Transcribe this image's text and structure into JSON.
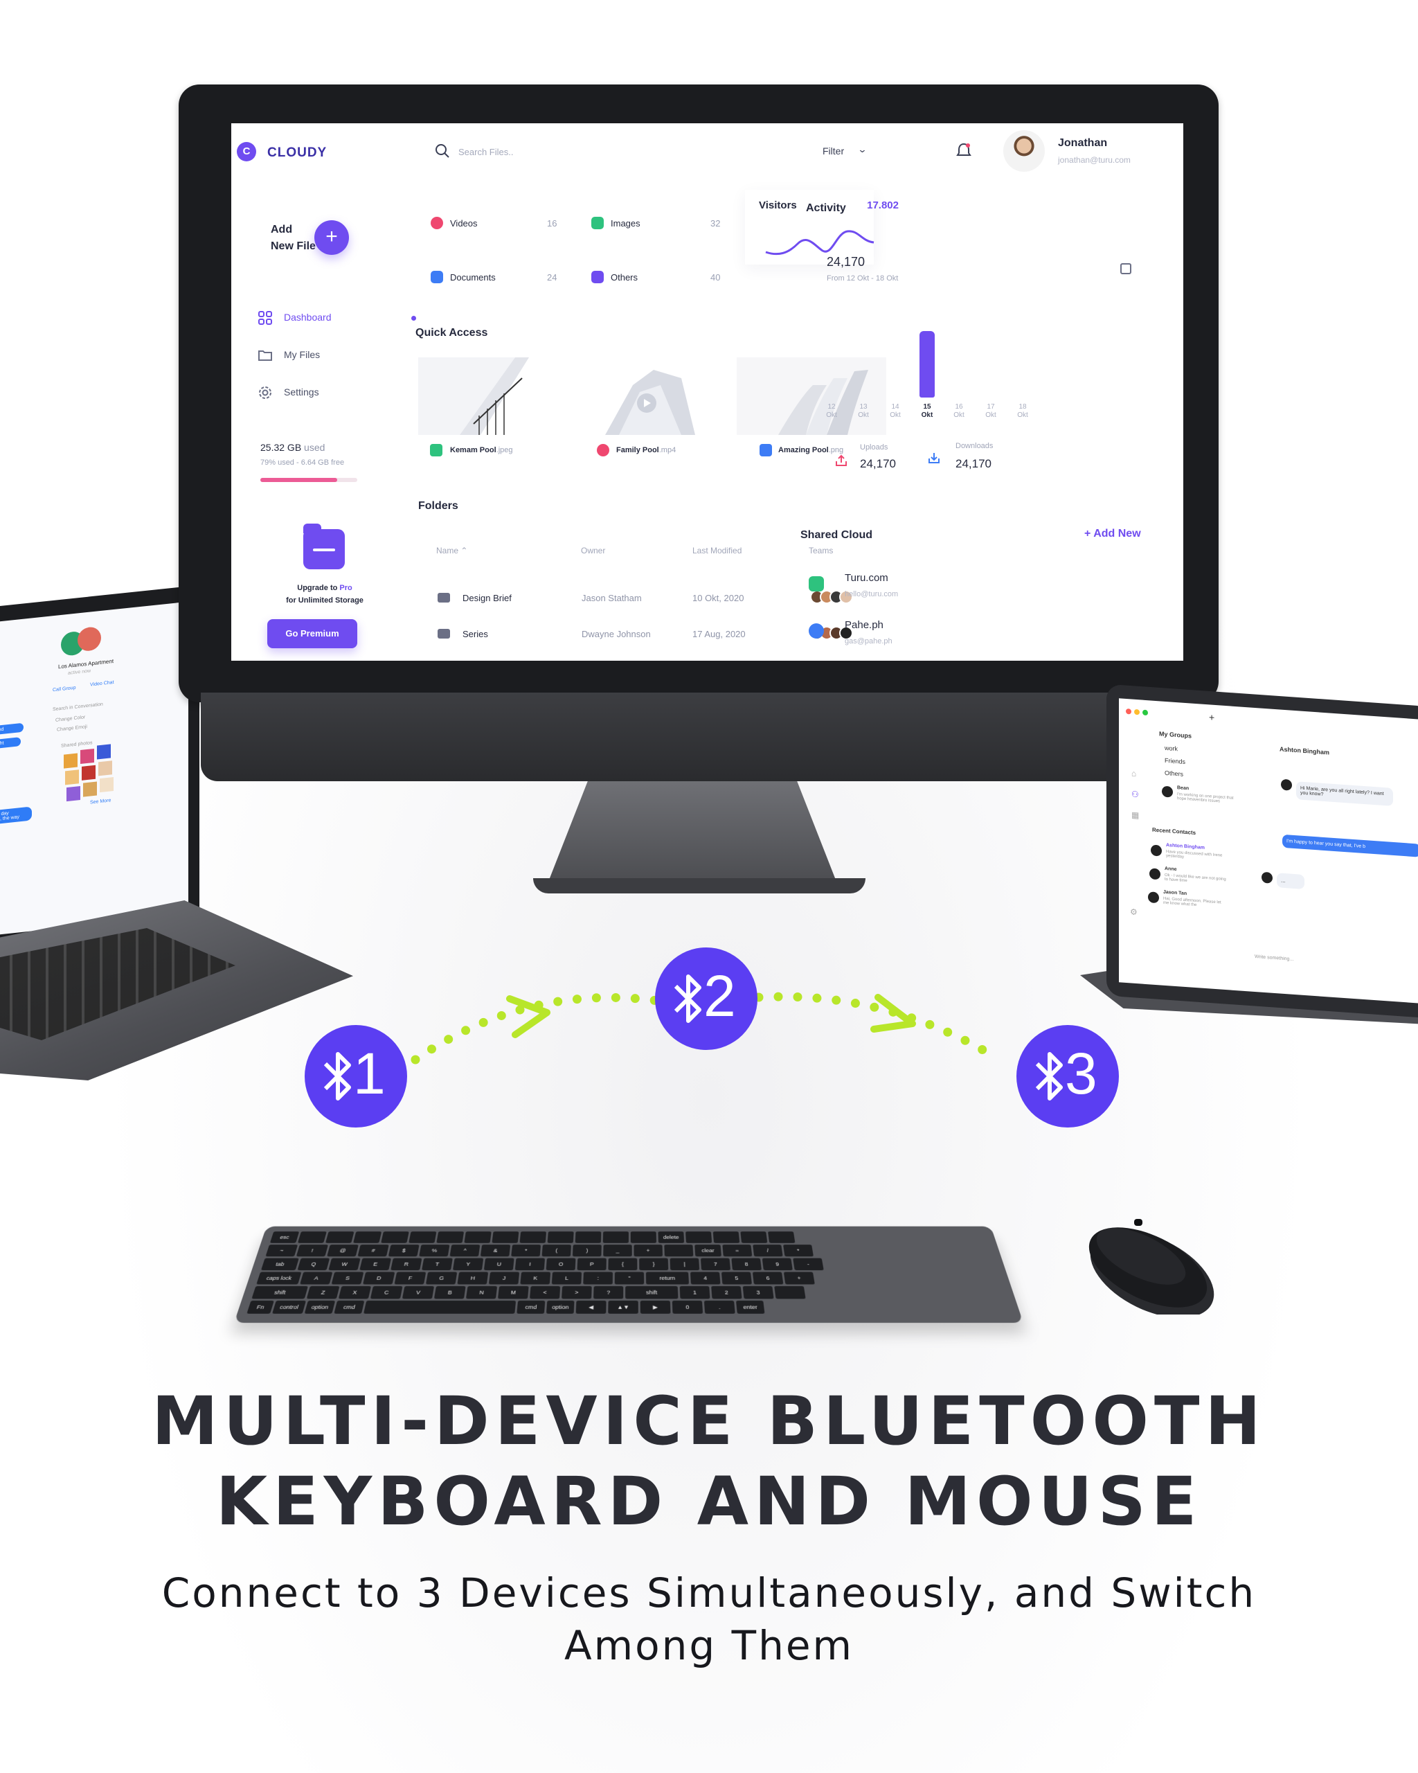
{
  "dashboard": {
    "brand": {
      "initial": "C",
      "name": "CLOUDY"
    },
    "search": {
      "placeholder": "Search Files.."
    },
    "filter_label": "Filter",
    "user": {
      "name": "Jonathan",
      "email": "jonathan@turu.com"
    },
    "add_file_label": "Add\nNew File",
    "nav": [
      {
        "label": "Dashboard",
        "icon": "grid-icon",
        "active": true
      },
      {
        "label": "My Files",
        "icon": "folder-icon",
        "active": false
      },
      {
        "label": "Settings",
        "icon": "gear-icon",
        "active": false
      }
    ],
    "storage": {
      "used": "25.32 GB",
      "used_suffix": "used",
      "detail": "79% used - 6.64 GB free",
      "percent": 79
    },
    "upgrade": {
      "line1": "Upgrade to",
      "pro": "Pro",
      "line2": "for Unlimited Storage",
      "button": "Go Premium"
    },
    "categories": [
      {
        "label": "Videos",
        "count": "16",
        "color": "#ef476f"
      },
      {
        "label": "Images",
        "count": "32",
        "color": "#2ec27e"
      },
      {
        "label": "Documents",
        "count": "24",
        "color": "#3d7cf5"
      },
      {
        "label": "Others",
        "count": "40",
        "color": "#6f4cf0"
      }
    ],
    "visitors": {
      "title": "Visitors",
      "value": "17.802"
    },
    "quick_access": {
      "title": "Quick Access",
      "items": [
        {
          "name": "Kemam Pool",
          "ext": ".jpeg",
          "color": "#2ec27e"
        },
        {
          "name": "Family Pool",
          "ext": ".mp4",
          "color": "#ef476f"
        },
        {
          "name": "Amazing Pool",
          "ext": ".png",
          "color": "#3d7cf5"
        }
      ]
    },
    "folders": {
      "title": "Folders",
      "headers": [
        "Name",
        "Owner",
        "Last Modified",
        "Teams"
      ],
      "rows": [
        {
          "name": "Design Brief",
          "owner": "Jason Statham",
          "modified": "10 Okt, 2020"
        },
        {
          "name": "Series",
          "owner": "Dwayne Johnson",
          "modified": "17 Aug, 2020"
        }
      ]
    },
    "activity": {
      "title": "Activity",
      "value": "24,170",
      "range": "From 12 Okt - 18 Okt",
      "days": [
        {
          "d": "12",
          "m": "Okt",
          "value": 0,
          "active": false
        },
        {
          "d": "13",
          "m": "Okt",
          "value": 0,
          "active": false
        },
        {
          "d": "14",
          "m": "Okt",
          "value": 0,
          "active": false
        },
        {
          "d": "15",
          "m": "Okt",
          "value": 24170,
          "active": true
        },
        {
          "d": "16",
          "m": "Okt",
          "value": 0,
          "active": false
        },
        {
          "d": "17",
          "m": "Okt",
          "value": 0,
          "active": false
        },
        {
          "d": "18",
          "m": "Okt",
          "value": 0,
          "active": false
        }
      ],
      "uploads": {
        "label": "Uploads",
        "value": "24,170"
      },
      "downloads": {
        "label": "Downloads",
        "value": "24,170"
      }
    },
    "shared_cloud": {
      "title": "Shared Cloud",
      "add_label": "+ Add New",
      "items": [
        {
          "name": "Turu.com",
          "email": "hello@turu.com",
          "color": "#2ec27e"
        },
        {
          "name": "Pahe.ph",
          "email": "gas@pahe.ph",
          "color": "#3d7cf5"
        }
      ]
    }
  },
  "laptop": {
    "title": "Los Alamos Apartment",
    "status": "active now",
    "call_group": "Call Group",
    "video_chat": "Video Chat",
    "search_conv": "Search in Conversation",
    "change_color": "Change Color",
    "change_emoji": "Change Emoji",
    "shared_photos": "Shared photos",
    "see_more": "See More",
    "bubble1": "n in mind",
    "bubble2": "any night",
    "bubble3": "times a day\nbe high, the way"
  },
  "tablet": {
    "my_groups": "My Groups",
    "groups": [
      "work",
      "Friends",
      "Others"
    ],
    "group_msg_name": "Bean",
    "group_msg": "I'm working on one project that hope heavenbro issues",
    "recent_contacts": "Recent Contacts",
    "contacts": [
      {
        "name": "Ashton Bingham",
        "msg": "Have you discussed with Irene yesterday"
      },
      {
        "name": "Anne",
        "msg": "Ok - I would like we are not going to have time"
      },
      {
        "name": "Jason Tan",
        "msg": "Hai, Good afternoon. Please let me know what the"
      }
    ],
    "chat_with": "Ashton Bingham",
    "incoming": "Hi Marie, are you all right lately? I want you know?",
    "outgoing": "I'm happy to hear you say that, I've b",
    "typing": "...",
    "input_placeholder": "Write something..."
  },
  "bluetooth": [
    {
      "channel": "1"
    },
    {
      "channel": "2"
    },
    {
      "channel": "3"
    }
  ],
  "keyboard": {
    "rows": [
      [
        "esc",
        "",
        "",
        "",
        "",
        "",
        "",
        "",
        "",
        "",
        "",
        "",
        "",
        "",
        "delete",
        "",
        "",
        "",
        ""
      ],
      [
        "~",
        "!",
        "@",
        "#",
        "$",
        "%",
        "^",
        "&",
        "*",
        "(",
        ")",
        "_",
        "+",
        "",
        "clear",
        "=",
        "/",
        "*"
      ],
      [
        "tab",
        "Q",
        "W",
        "E",
        "R",
        "T",
        "Y",
        "U",
        "I",
        "O",
        "P",
        "{",
        "}",
        "|",
        "7",
        "8",
        "9",
        "-"
      ],
      [
        "caps lock",
        "A",
        "S",
        "D",
        "F",
        "G",
        "H",
        "J",
        "K",
        "L",
        ":",
        "\"",
        "return",
        "4",
        "5",
        "6",
        "+"
      ],
      [
        "shift",
        "Z",
        "X",
        "C",
        "V",
        "B",
        "N",
        "M",
        "<",
        ">",
        "?",
        "shift",
        "1",
        "2",
        "3",
        ""
      ],
      [
        "Fn",
        "control",
        "option",
        "cmd",
        "",
        "cmd",
        "option",
        "◀",
        "▲▼",
        "▶",
        "0",
        ".",
        "enter"
      ]
    ]
  },
  "headline": {
    "line1": "MULTI-DEVICE BLUETOOTH",
    "line2": "KEYBOARD AND MOUSE"
  },
  "subline": "Connect to 3 Devices Simultaneously, and Switch Among Them",
  "colors": {
    "accent": "#6f4cf0",
    "bluetooth_badge": "#5b3ef2",
    "arrow_dots": "#b8e62a",
    "headline": "#2c2d35"
  }
}
